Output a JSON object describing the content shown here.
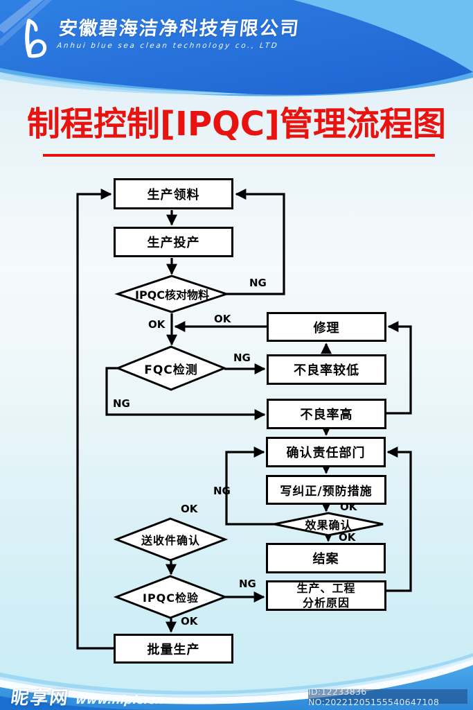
{
  "header": {
    "company_cn": "安徽碧海洁净科技有限公司",
    "company_en": "Anhui blue sea clean technology co., LTD"
  },
  "title": {
    "text": "制程控制[IPQC]管理流程图"
  },
  "flow": {
    "nodes": {
      "produce_pickup": "生产领料",
      "produce_launch": "生产投产",
      "ipqc_material_check": "IPQC核对物料",
      "fqc_test": "FQC检测",
      "repair": "修理",
      "defect_rate_low": "不良率较低",
      "defect_rate_high": "不良率高",
      "confirm_responsible_dept": "确认责任部门",
      "corrective_preventive": "写纠正/预防措施",
      "effect_confirm": "效果确认",
      "case_closed": "结案",
      "production_engineering_line1": "生产、工程",
      "production_engineering_line2": "分析原因",
      "delivery_receipt_confirm": "送收件确认",
      "ipqc_inspection": "IPQC检验",
      "mass_production": "批量生产"
    },
    "edge_labels": {
      "ipqc_material_ng": "NG",
      "junction_ok": "OK",
      "repair_ok": "OK",
      "fqc_ng_low": "NG",
      "fqc_ng_high": "NG",
      "effect_ng": "NG",
      "effect_in_ok": "OK",
      "effect_out_ok": "OK",
      "delivery_in_ok": "OK",
      "ipqc_inspect_ng": "NG",
      "ipqc_inspect_ok": "OK"
    }
  },
  "footer": {
    "site_name": "昵享网",
    "site_url": "www.nipic.cn",
    "id_badge": "ID:12233836 NO:20221205155540647108"
  },
  "colors": {
    "header_blue": "#2472dc",
    "header_light_blue": "#55aaec",
    "title_red": "#e8120f",
    "line_black": "#000000",
    "node_fill": "#ffffff",
    "footer_blue": "#48a5e8",
    "badge_text": "#d9eafb"
  }
}
